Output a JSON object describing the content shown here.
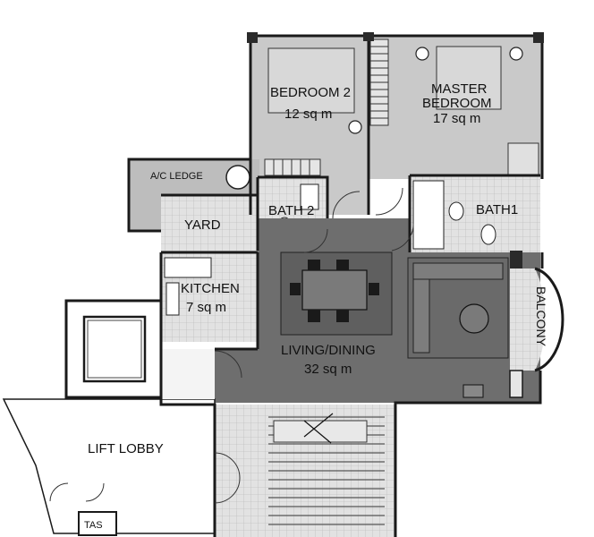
{
  "rooms": {
    "bedroom2": {
      "name": "BEDROOM 2",
      "area": "12 sq m"
    },
    "master": {
      "name_line1": "MASTER",
      "name_line2": "BEDROOM",
      "area": "17 sq m"
    },
    "ac_ledge": {
      "name": "A/C LEDGE"
    },
    "yard": {
      "name": "YARD"
    },
    "bath2": {
      "name": "BATH 2"
    },
    "bath1": {
      "name": "BATH1"
    },
    "kitchen": {
      "name": "KITCHEN",
      "area": "7 sq m"
    },
    "living": {
      "name": "LIVING/DINING",
      "area": "32 sq m"
    },
    "balcony": {
      "name": "BALCONY"
    },
    "lift_lobby": {
      "name": "LIFT LOBBY"
    },
    "tas": {
      "name": "TAS"
    }
  },
  "colors": {
    "bedroom_fill": "#c9c9c9",
    "living_fill": "#6e6e6e",
    "wet_fill": "#dcdcdc",
    "ledge_fill": "#bdbdbd",
    "wall": "#1a1a1a"
  }
}
